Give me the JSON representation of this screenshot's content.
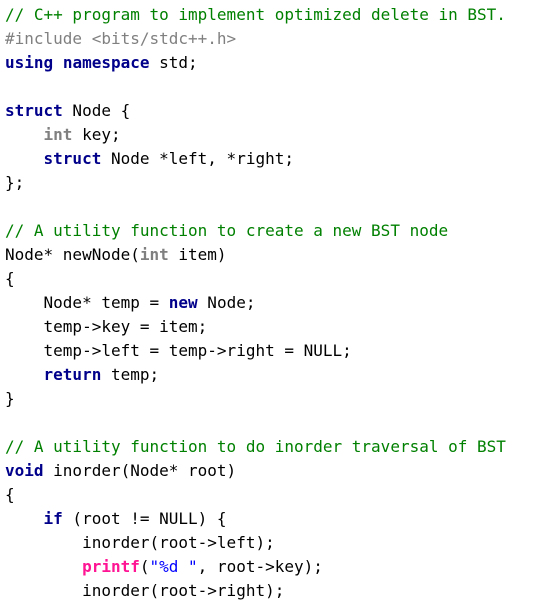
{
  "theme": {
    "background": "#ffffff",
    "comment": "#008000",
    "directive": "#808080",
    "keyword": "#00008b",
    "type": "#808080",
    "builtin": "#ff1493",
    "string": "#0000ff",
    "plain": "#000000"
  },
  "code": {
    "lines": [
      [
        {
          "t": "// C++ program to implement optimized delete in BST.",
          "k": "comment"
        }
      ],
      [
        {
          "t": "#include <bits/stdc++.h>",
          "k": "directive"
        }
      ],
      [
        {
          "t": "using",
          "k": "keyword"
        },
        {
          "t": " ",
          "k": "plain"
        },
        {
          "t": "namespace",
          "k": "keyword"
        },
        {
          "t": " std;",
          "k": "plain"
        }
      ],
      [],
      [
        {
          "t": "struct",
          "k": "keyword"
        },
        {
          "t": " Node {",
          "k": "plain"
        }
      ],
      [
        {
          "t": "    ",
          "k": "plain"
        },
        {
          "t": "int",
          "k": "type"
        },
        {
          "t": " key;",
          "k": "plain"
        }
      ],
      [
        {
          "t": "    ",
          "k": "plain"
        },
        {
          "t": "struct",
          "k": "keyword"
        },
        {
          "t": " Node *left, *right;",
          "k": "plain"
        }
      ],
      [
        {
          "t": "};",
          "k": "plain"
        }
      ],
      [],
      [
        {
          "t": "// A utility function to create a new BST node",
          "k": "comment"
        }
      ],
      [
        {
          "t": "Node* newNode(",
          "k": "plain"
        },
        {
          "t": "int",
          "k": "type"
        },
        {
          "t": " item)",
          "k": "plain"
        }
      ],
      [
        {
          "t": "{",
          "k": "plain"
        }
      ],
      [
        {
          "t": "    Node* temp = ",
          "k": "plain"
        },
        {
          "t": "new",
          "k": "keyword"
        },
        {
          "t": " Node;",
          "k": "plain"
        }
      ],
      [
        {
          "t": "    temp->key = item;",
          "k": "plain"
        }
      ],
      [
        {
          "t": "    temp->left = temp->right = NULL;",
          "k": "plain"
        }
      ],
      [
        {
          "t": "    ",
          "k": "plain"
        },
        {
          "t": "return",
          "k": "keyword"
        },
        {
          "t": " temp;",
          "k": "plain"
        }
      ],
      [
        {
          "t": "}",
          "k": "plain"
        }
      ],
      [],
      [
        {
          "t": "// A utility function to do inorder traversal of BST",
          "k": "comment"
        }
      ],
      [
        {
          "t": "void",
          "k": "keyword"
        },
        {
          "t": " inorder(Node* root)",
          "k": "plain"
        }
      ],
      [
        {
          "t": "{",
          "k": "plain"
        }
      ],
      [
        {
          "t": "    ",
          "k": "plain"
        },
        {
          "t": "if",
          "k": "keyword"
        },
        {
          "t": " (root != NULL) {",
          "k": "plain"
        }
      ],
      [
        {
          "t": "        inorder(root->left);",
          "k": "plain"
        }
      ],
      [
        {
          "t": "        ",
          "k": "plain"
        },
        {
          "t": "printf",
          "k": "builtin"
        },
        {
          "t": "(",
          "k": "plain"
        },
        {
          "t": "\"%d \"",
          "k": "string"
        },
        {
          "t": ", root->key);",
          "k": "plain"
        }
      ],
      [
        {
          "t": "        inorder(root->right);",
          "k": "plain"
        }
      ]
    ]
  }
}
